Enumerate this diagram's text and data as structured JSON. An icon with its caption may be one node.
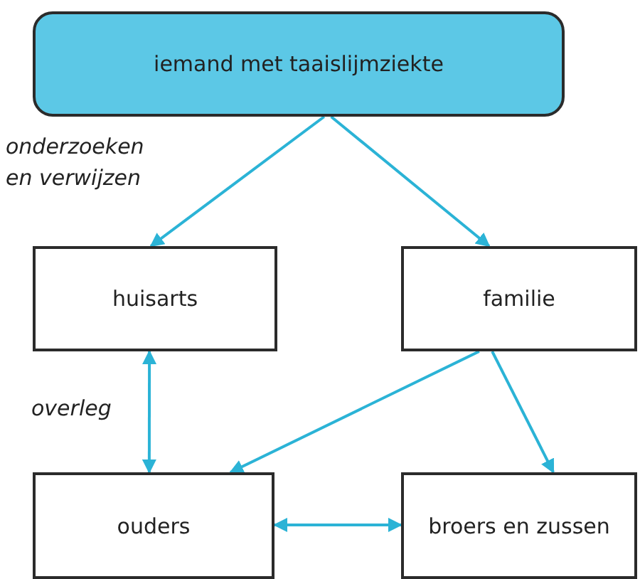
{
  "diagram": {
    "nodes": [
      {
        "text": [
          "iemand met taaislijmziekte"
        ]
      },
      {
        "text": [
          "huisarts"
        ]
      },
      {
        "text": [
          "familie"
        ]
      },
      {
        "text": [
          "ouders"
        ]
      },
      {
        "text": [
          "broers en zussen"
        ]
      }
    ],
    "edges": [
      {
        "from": 0,
        "to": 1,
        "arrow": "to",
        "label": "onderzoeken en verwijzen"
      },
      {
        "from": 0,
        "to": 2,
        "arrow": "to"
      },
      {
        "from": 1,
        "to": 3,
        "arrow": "both",
        "label": "overleg"
      },
      {
        "from": 2,
        "to": 3,
        "arrow": "to"
      },
      {
        "from": 2,
        "to": 4,
        "arrow": "to"
      },
      {
        "from": 3,
        "to": 4,
        "arrow": "both"
      }
    ]
  }
}
